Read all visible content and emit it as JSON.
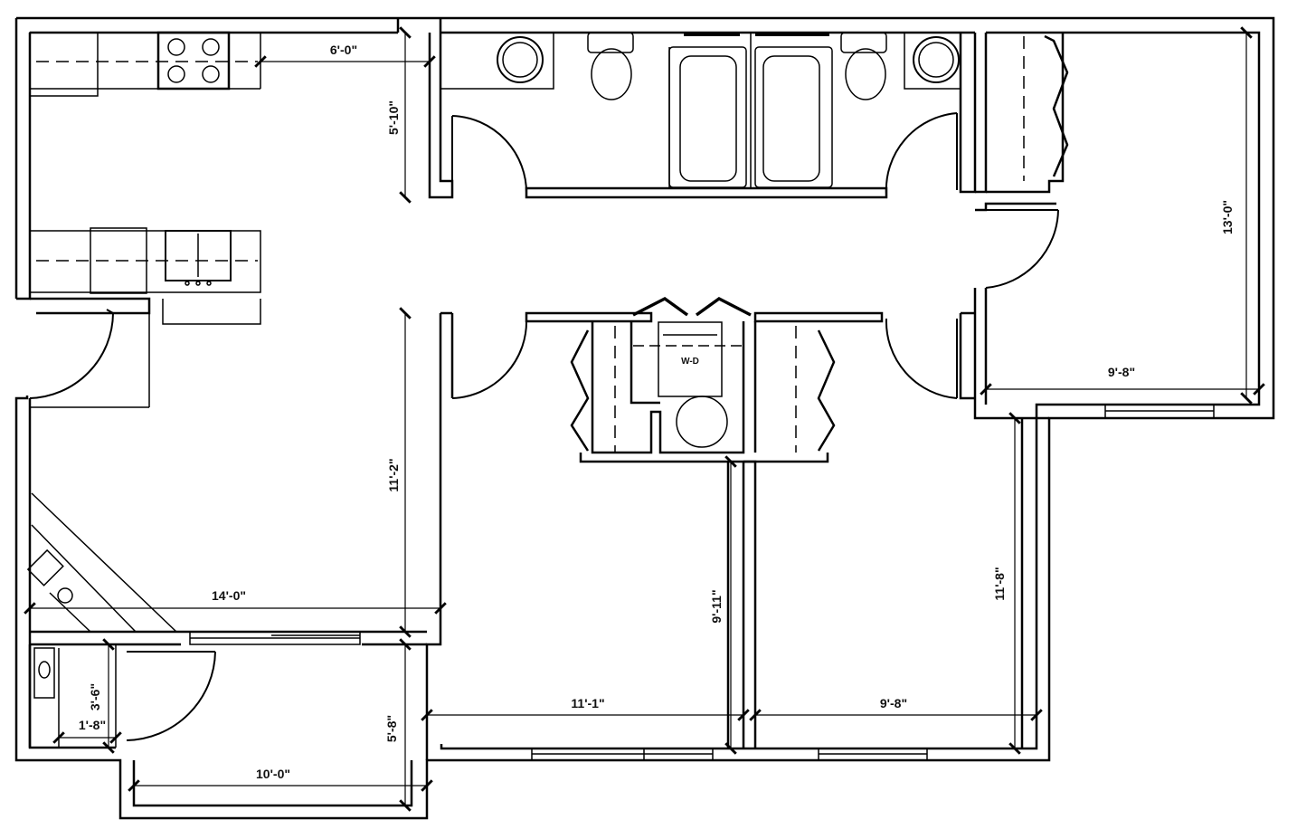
{
  "plan": {
    "dimensions": {
      "kitchen_width": "6'-0\"",
      "bath_depth": "5'-10\"",
      "living_depth": "11'-2\"",
      "living_width": "14'-0\"",
      "bed_ne_depth": "13'-0\"",
      "bed_ne_width": "9'-8\"",
      "bed_mid_depth": "9'-11\"",
      "bed_se_depth": "11'-8\"",
      "bed_mid_width": "11'-1\"",
      "bed_se_width": "9'-8\"",
      "closet_depth": "3'-6\"",
      "closet_width": "1'-8\"",
      "patio_depth": "5'-8\"",
      "patio_width": "10'-0\""
    },
    "labels": {
      "washer_dryer": "W-D"
    }
  }
}
